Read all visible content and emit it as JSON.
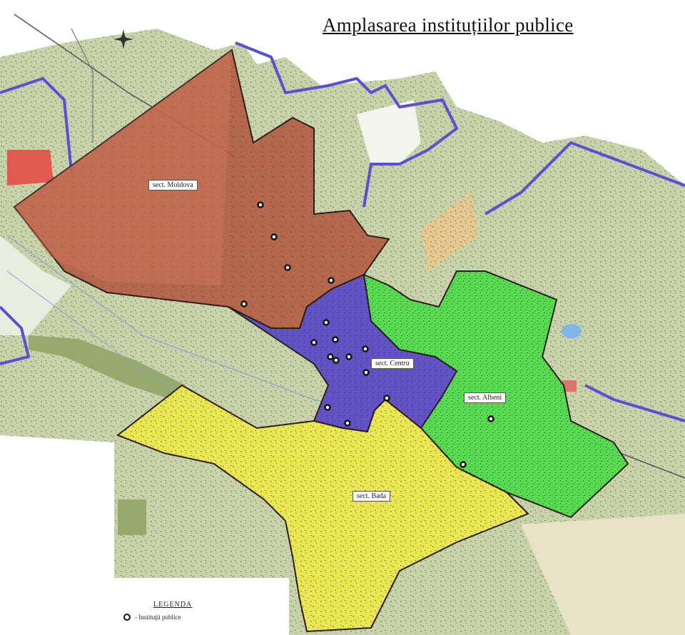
{
  "title": "Amplasarea instituțiilor publice",
  "sectors": [
    {
      "name": "sect. Moldova",
      "color": "#b4553c"
    },
    {
      "name": "sect. Centru",
      "color": "#5a46cc"
    },
    {
      "name": "sect. Albeni",
      "color": "#4ee04a"
    },
    {
      "name": "sect. Bada",
      "color": "#eee84a"
    }
  ],
  "colors": {
    "background_land": "#c9d3a9",
    "boundary": "#5b4fd3",
    "sector_outline": "#2a1f1a",
    "forest": "#97a96c",
    "marker": "#111111"
  },
  "icons": [
    "north-arrow-icon",
    "public-institution-marker-icon"
  ],
  "legend": {
    "title": "LEGENDA",
    "items": [
      {
        "symbol": "public-institution-marker-icon",
        "label": "- Instituţii publice"
      }
    ]
  }
}
